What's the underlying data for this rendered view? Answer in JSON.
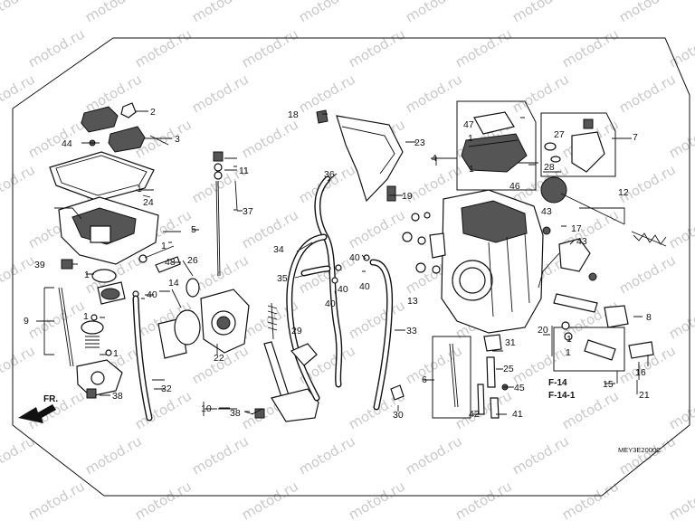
{
  "watermark": "motod.ru",
  "diagram_code": "MEY3E2000C",
  "direction_label": "FR.",
  "frame_refs": [
    "F-14",
    "F-14-1"
  ],
  "callouts": [
    "1",
    "2",
    "3",
    "4",
    "5",
    "6",
    "7",
    "8",
    "9",
    "10",
    "11",
    "12",
    "13",
    "14",
    "15",
    "16",
    "17",
    "18",
    "19",
    "20",
    "21",
    "22",
    "23",
    "24",
    "25",
    "26",
    "27",
    "28",
    "29",
    "30",
    "31",
    "32",
    "33",
    "34",
    "35",
    "36",
    "37",
    "38",
    "39",
    "40",
    "41",
    "42",
    "43",
    "44",
    "45",
    "46",
    "47",
    "48"
  ]
}
